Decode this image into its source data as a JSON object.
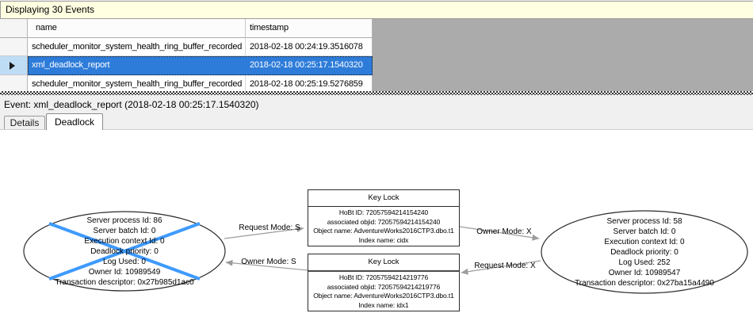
{
  "info_bar": {
    "text": "Displaying 30 Events"
  },
  "events_grid": {
    "columns": {
      "name": "name",
      "timestamp": "timestamp"
    },
    "rows": [
      {
        "name": "scheduler_monitor_system_health_ring_buffer_recorded",
        "timestamp": "2018-02-18 00:24:19.3516078"
      },
      {
        "name": "xml_deadlock_report",
        "timestamp": "2018-02-18 00:25:17.1540320"
      },
      {
        "name": "scheduler_monitor_system_health_ring_buffer_recorded",
        "timestamp": "2018-02-18 00:25:19.5276859"
      }
    ],
    "selected_row_index": 1,
    "icons": {
      "selected_row_marker": "triangle-right"
    }
  },
  "event_bar": {
    "text": "Event: xml_deadlock_report (2018-02-18 00:25:17.1540320)"
  },
  "tabs": {
    "details": "Details",
    "deadlock": "Deadlock",
    "active": "Deadlock"
  },
  "graph": {
    "victim_process": {
      "lines": [
        "Server process Id: 86",
        "Server batch Id: 0",
        "Execution context Id: 0",
        "Deadlock priority: 0",
        "Log Used: 0",
        "Owner Id: 10989549",
        "Transaction descriptor: 0x27b985d1ac0"
      ]
    },
    "owner_process": {
      "lines": [
        "Server process Id: 58",
        "Server batch Id: 0",
        "Execution context Id: 0",
        "Deadlock priority: 0",
        "Log Used: 252",
        "Owner Id: 10989547",
        "Transaction descriptor: 0x27ba15a4490"
      ]
    },
    "lock_top": {
      "title": "Key Lock",
      "lines": [
        "HoBt ID: 72057594214154240",
        "associated objid: 72057594214154240",
        "Object name: AdventureWorks2016CTP3.dbo.t1",
        "Index name: cidx"
      ]
    },
    "lock_bottom": {
      "title": "Key Lock",
      "lines": [
        "HoBt ID: 72057594214219776",
        "associated objid: 72057594214219776",
        "Object name: AdventureWorks2016CTP3.dbo.t1",
        "Index name: idx1"
      ]
    },
    "edges": {
      "request_s": "Request Mode: S",
      "owner_s": "Owner Mode: S",
      "owner_x": "Owner Mode: X",
      "request_x": "Request Mode: X"
    },
    "colors": {
      "selection_blue": "#2E7CD9",
      "victim_cross_blue": "#3E9AFE",
      "edge_gray": "#9C9C9C",
      "info_bar_yellow": "#FFFFE1"
    }
  }
}
